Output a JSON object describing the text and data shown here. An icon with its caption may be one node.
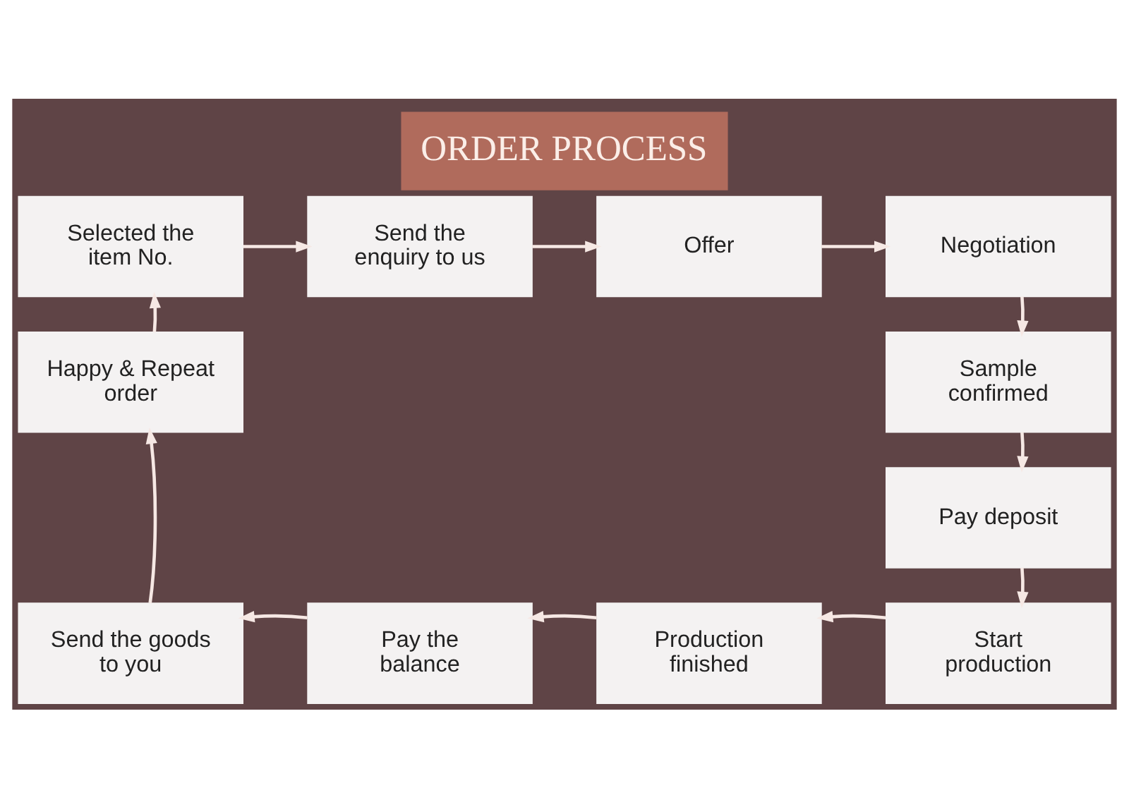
{
  "diagram": {
    "title": "ORDER PROCESS",
    "nodes": [
      {
        "text": [
          "Selected the item No."
        ]
      },
      {
        "text": [
          "Send the enquiry to us"
        ]
      },
      {
        "text": [
          "Offer"
        ]
      },
      {
        "text": [
          "Negotiation"
        ]
      },
      {
        "text": [
          "Sample confirmed"
        ]
      },
      {
        "text": [
          "Pay deposit"
        ]
      },
      {
        "text": [
          "Start production"
        ]
      },
      {
        "text": [
          "Production finished"
        ]
      },
      {
        "text": [
          "Pay the balance"
        ]
      },
      {
        "text": [
          "Send the goods to you"
        ]
      },
      {
        "text": [
          "Happy & Repeat order"
        ]
      }
    ],
    "edges": [
      {
        "from": 0,
        "to": 1,
        "arrow": "to"
      },
      {
        "from": 1,
        "to": 2,
        "arrow": "to"
      },
      {
        "from": 2,
        "to": 3,
        "arrow": "to"
      },
      {
        "from": 3,
        "to": 4,
        "arrow": "to"
      },
      {
        "from": 4,
        "to": 5,
        "arrow": "to"
      },
      {
        "from": 5,
        "to": 6,
        "arrow": "to"
      },
      {
        "from": 6,
        "to": 7,
        "arrow": "to"
      },
      {
        "from": 7,
        "to": 8,
        "arrow": "to"
      },
      {
        "from": 8,
        "to": 9,
        "arrow": "to"
      },
      {
        "from": 9,
        "to": 10,
        "arrow": "to"
      },
      {
        "from": 10,
        "to": 0,
        "arrow": "to"
      }
    ]
  }
}
